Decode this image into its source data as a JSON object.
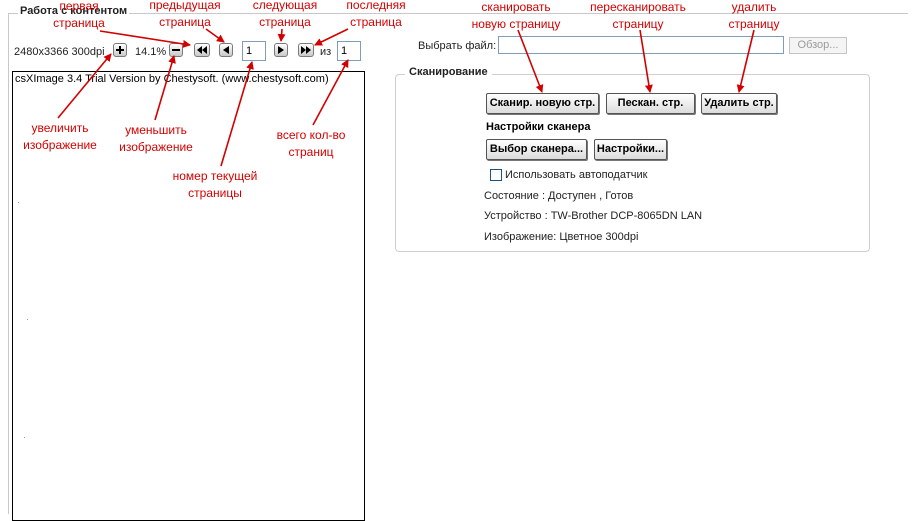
{
  "section_title": "Работа с контентом",
  "toolbar": {
    "image_info": "2480x3366 300dpi",
    "zoom": "14.1%",
    "current_page": "1",
    "of_label": "из",
    "total_pages": "1"
  },
  "viewer": {
    "watermark": "csXImage 3.4 Trial Version by Chestysoft. (www.chestysoft.com)"
  },
  "file": {
    "label": "Выбрать файл:",
    "value": "",
    "browse_label": "Обзор..."
  },
  "scan": {
    "legend": "Сканирование",
    "scan_new_label": "Сканир. новую стр.",
    "rescan_label": "Пескан. стр.",
    "delete_label": "Удалить стр.",
    "settings_heading": "Настройки сканера",
    "select_scanner_label": "Выбор сканера...",
    "settings_label": "Настройки...",
    "autofeeder_label": "Использовать автоподатчик",
    "status_text": "Состояние : Доступен , Готов",
    "device_text": "Устройство : TW-Brother DCP-8065DN LAN",
    "image_text": "Изображение: Цветное  300dpi"
  },
  "annotations": {
    "first_page": [
      "первая",
      "страница"
    ],
    "prev_page": [
      "предыдущая",
      "страница"
    ],
    "next_page": [
      "следующая",
      "страница"
    ],
    "last_page": [
      "последняя",
      "страница"
    ],
    "scan_new": [
      "сканировать",
      "новую страницу"
    ],
    "rescan": [
      "пересканировать",
      "страницу"
    ],
    "delete_page": [
      "удалить",
      "страницу"
    ],
    "zoom_in": [
      "увеличить",
      "изображение"
    ],
    "zoom_out": [
      "уменьшить",
      "изображение"
    ],
    "total_pages": [
      "всего кол-во",
      "страниц"
    ],
    "current_page": [
      "номер текущей",
      "страницы"
    ]
  },
  "colors": {
    "annotation": "#d40000",
    "input_border": "#7f9db9"
  },
  "icons": {
    "zoom_in": "plus-icon",
    "zoom_out": "minus-icon",
    "first": "double-left-arrow-icon",
    "prev": "left-arrow-icon",
    "next": "right-arrow-icon",
    "last": "double-right-arrow-icon"
  }
}
